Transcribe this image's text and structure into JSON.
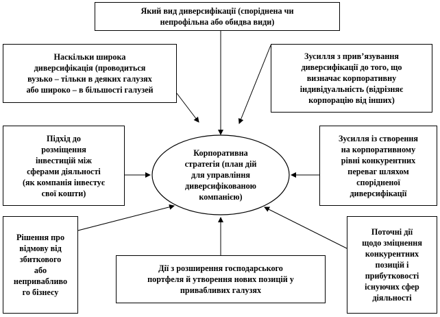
{
  "center": {
    "text": "Корпоративна\nстратегія  (план дій\nдля управління\nдиверсифікованою\nкомпанією)"
  },
  "boxes": {
    "top": "Який вид диверсифікації  (споріднена чи\nнепрофільна або обидва види)",
    "upper_left": "Наскільки  широка\nдиверсифікація  (проводиться\nвузько – тільки в деяких галузях\nабо широко – в більшості  галузей",
    "upper_right": "Зусилля з прив’язування\nдиверсифікації  до того, що\nвизначає корпоративну\nіндивідуальність  (відрізняє\nкорпорацію від інших)",
    "middle_left": "Підхід  до\nрозміщення\nінвестицій між\nсферами діяльності\n(як компанія інвестує\nсвої кошти)",
    "middle_right": "Зусилля із  створення\nна корпоративному\nрівні конкурентних\nпереваг шляхом\nспорідненої\nдиверсифікації",
    "lower_left": "Рішення про\nвідмову від\nзбиткового\nабо\nнепривабливо\nго бізнесу",
    "bottom": "Дії  з розширення господарського\nпортфеля й утворення нових позицій у\nпривабливих галузях",
    "lower_right": "Поточні дії\nщодо зміцнення\nконкурентних\nпозицій і\nприбутковості\nіснуючих сфер\nдіяльності"
  }
}
